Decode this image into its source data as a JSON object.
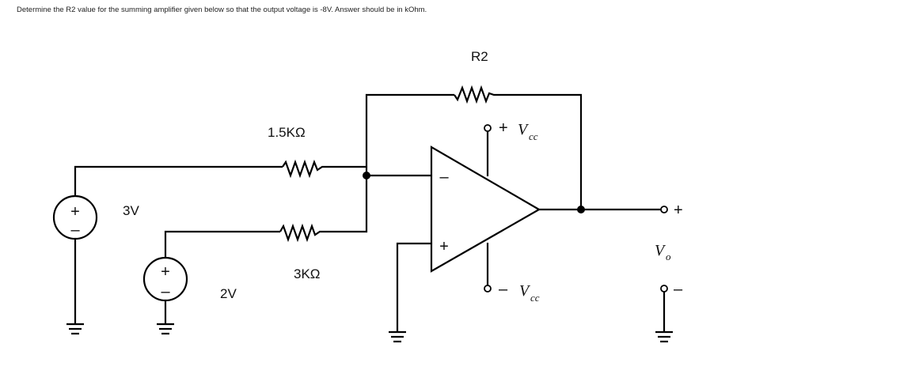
{
  "question": "Determine the R2 value for the summing amplifier given below so that the output voltage is -8V. Answer should be in kOhm.",
  "labels": {
    "r2": "R2",
    "r_top": "1.5KΩ",
    "r_bottom": "3KΩ",
    "source1": "3V",
    "source2": "2V",
    "vcc_sign_pos": "+",
    "vcc_sign_neg": "–",
    "vcc": "V",
    "vcc_sub": "cc",
    "vo": "V",
    "vo_sub": "o",
    "out_plus": "+",
    "out_minus": "–",
    "opamp_minus": "–",
    "opamp_plus": "+",
    "src_plus": "+",
    "src_minus": "–"
  }
}
